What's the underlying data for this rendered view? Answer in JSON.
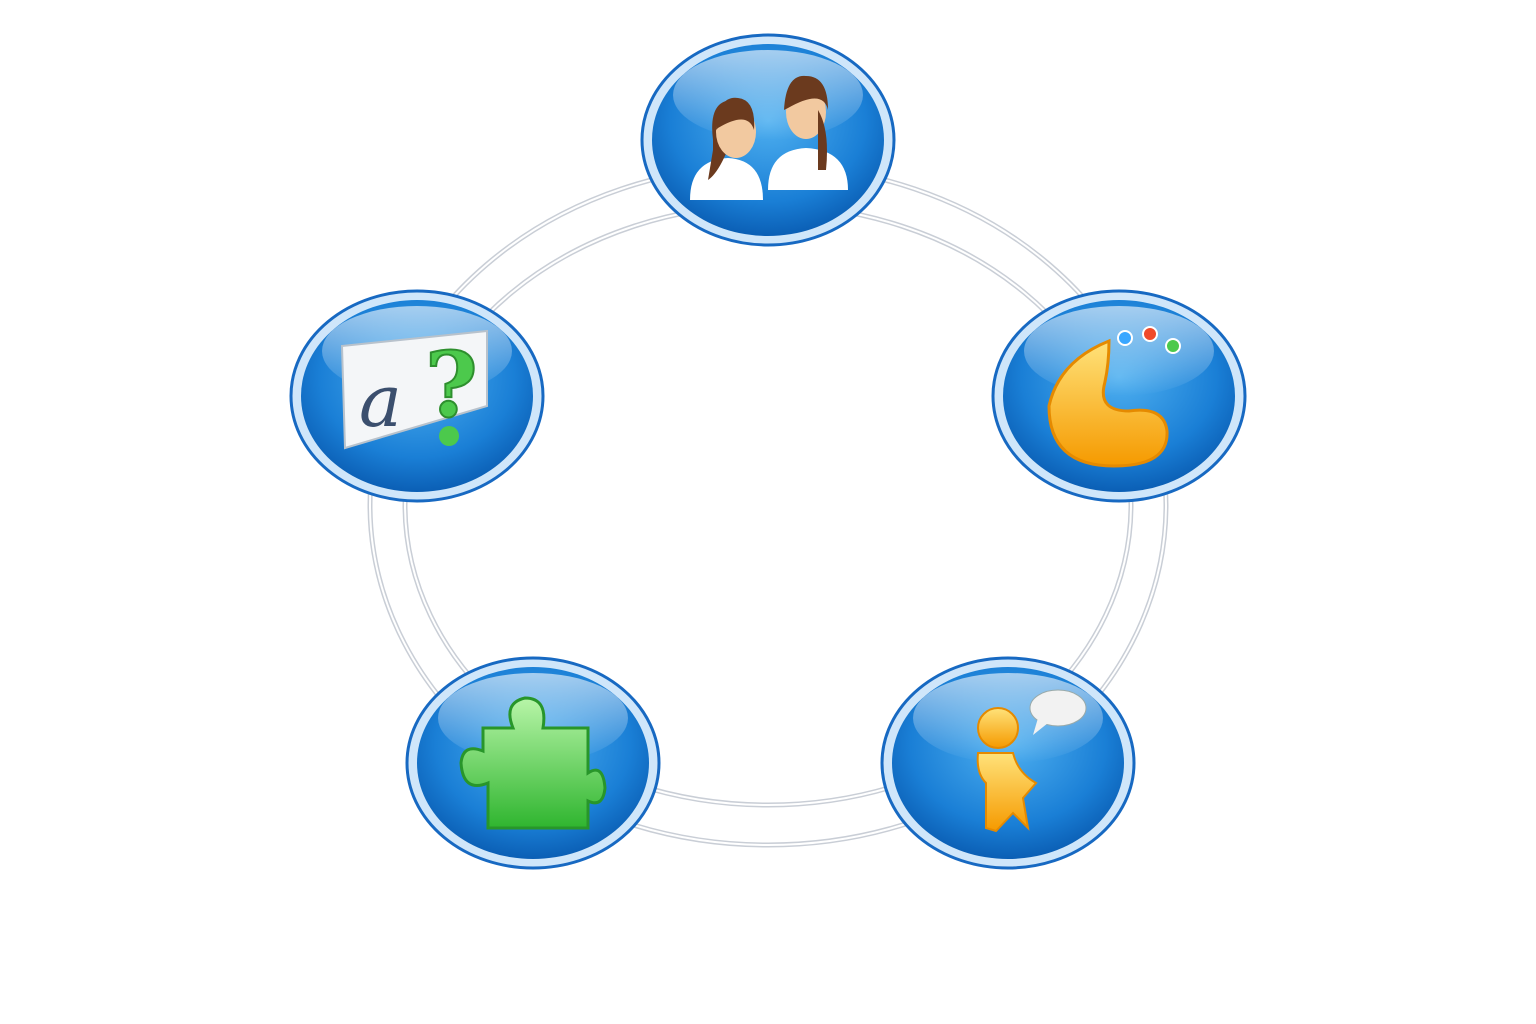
{
  "diagram": {
    "type": "cycle",
    "nodes": [
      {
        "id": "people",
        "icon": "two-people-icon"
      },
      {
        "id": "chat",
        "icon": "chat-bubble-icon"
      },
      {
        "id": "info",
        "icon": "person-speech-icon"
      },
      {
        "id": "plugin",
        "icon": "puzzle-piece-icon"
      },
      {
        "id": "help",
        "icon": "help-question-icon",
        "glyph_letter": "a",
        "glyph_mark": "?"
      }
    ],
    "colors": {
      "node": "#1a7fd6",
      "ring": "#c9ced6",
      "puzzle": "#3fc43f",
      "orange": "#f5a300"
    }
  }
}
